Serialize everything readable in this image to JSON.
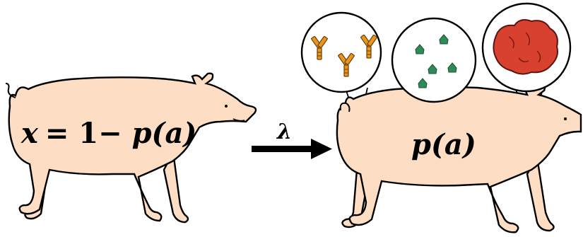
{
  "diagram": {
    "left_pig": {
      "label_var": "x",
      "label_rest": "= 1− ",
      "label_func": "p(a)",
      "fill_color": "#FDDDC3",
      "outline_color": "#000000"
    },
    "arrow": {
      "label": "λ",
      "color": "#000000"
    },
    "right_pig": {
      "label": "p(a)",
      "fill_color": "#FDDDC3",
      "outline_color": "#000000"
    },
    "insets": [
      {
        "content": "antibodies-icon",
        "color": "#E8961E"
      },
      {
        "content": "particles-icon",
        "color": "#2E8B57"
      },
      {
        "content": "tissue-icon",
        "color": "#D9412F"
      }
    ]
  }
}
